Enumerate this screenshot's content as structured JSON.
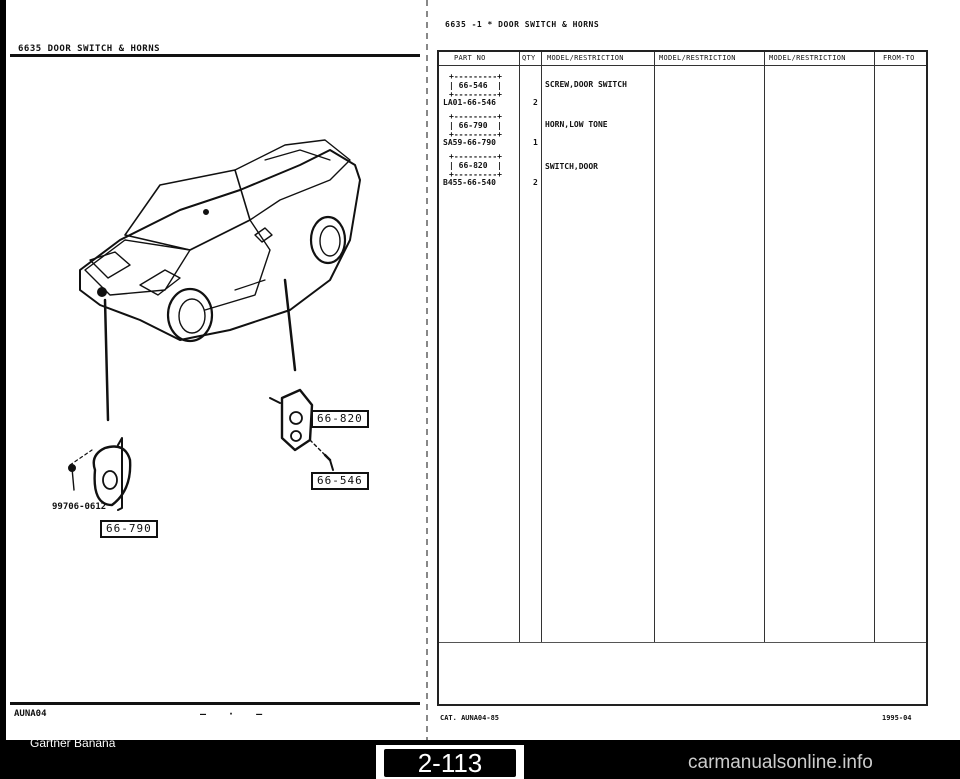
{
  "left_page": {
    "header": "6635    DOOR SWITCH & HORNS",
    "footer_code": "AUNA04",
    "footer_marks": "— · —",
    "callouts": {
      "door_switch": "66-820",
      "screw": "66-546",
      "horn": "66-790",
      "bolt_part": "99706-0612"
    }
  },
  "right_page": {
    "header": "6635  -1 *  DOOR SWITCH & HORNS",
    "table": {
      "headers": [
        "PART NO",
        "QTY",
        "MODEL/RESTRICTION",
        "MODEL/RESTRICTION",
        "MODEL/RESTRICTION",
        "FROM-TO"
      ],
      "rows": [
        {
          "ref": "66-546",
          "part_no": "LA01-66-546",
          "qty": "2",
          "description": "SCREW,DOOR SWITCH"
        },
        {
          "ref": "66-790",
          "part_no": "SA59-66-790",
          "qty": "1",
          "description": "HORN,LOW TONE"
        },
        {
          "ref": "66-820",
          "part_no": "B455-66-540",
          "qty": "2",
          "description": "SWITCH,DOOR"
        }
      ]
    },
    "footer_catalog": "CAT. AUNA04-85",
    "footer_date": "1995-04"
  },
  "bottom": {
    "watermark": "Gartner Banana",
    "page_number": "2-113",
    "site": "carmanualsonline.info"
  }
}
